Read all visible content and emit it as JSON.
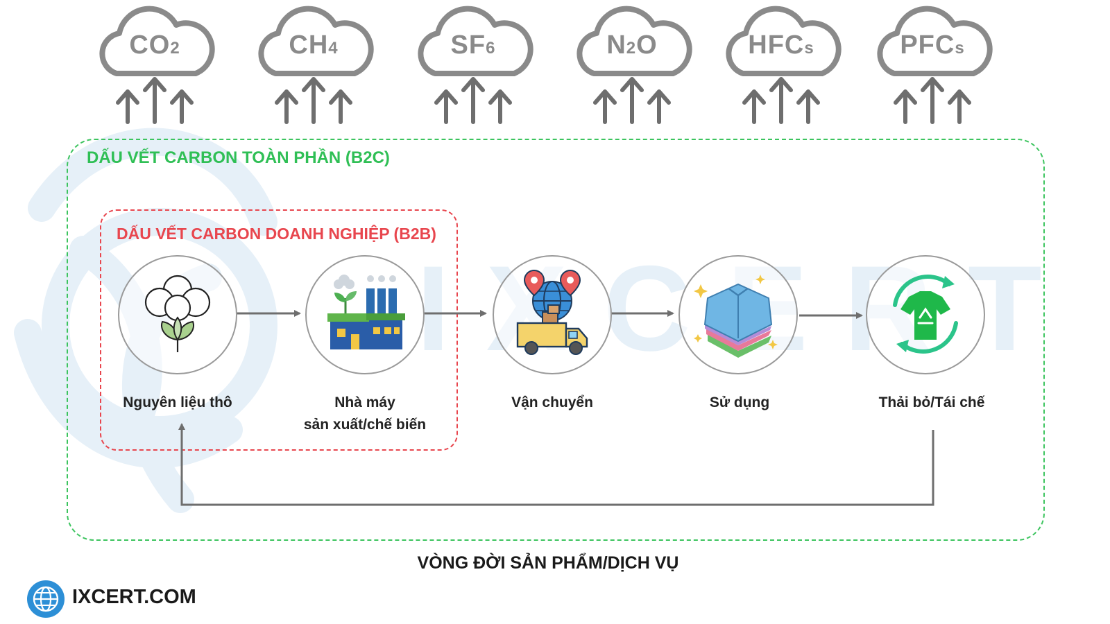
{
  "gases": [
    {
      "base": "CO",
      "sub": "2",
      "icon": "cloud-arrows-icon"
    },
    {
      "base": "CH",
      "sub": "4",
      "icon": "cloud-arrows-icon"
    },
    {
      "base": "SF",
      "sub": "6",
      "icon": "cloud-arrows-icon"
    },
    {
      "base": "N",
      "sub": "2",
      "tail": "O",
      "icon": "cloud-arrows-icon"
    },
    {
      "base": "HFC",
      "sub": "s",
      "icon": "cloud-arrows-icon"
    },
    {
      "base": "PFC",
      "sub": "s",
      "icon": "cloud-arrows-icon"
    }
  ],
  "b2c_title": "DẤU VẾT CARBON TOÀN PHẦN (B2C)",
  "b2b_title": "DẤU VẾT CARBON DOANH NGHIỆP (B2B)",
  "stages": [
    {
      "line1": "Nguyên liệu thô",
      "line2": "",
      "icon": "cotton-plant-icon"
    },
    {
      "line1": "Nhà máy",
      "line2": "sản xuất/chế biến",
      "icon": "factory-icon"
    },
    {
      "line1": "Vận chuyển",
      "line2": "",
      "icon": "delivery-truck-globe-icon"
    },
    {
      "line1": "Sử dụng",
      "line2": "",
      "icon": "folded-clothes-icon"
    },
    {
      "line1": "Thải bỏ/Tái chế",
      "line2": "",
      "icon": "recycle-tshirt-icon"
    }
  ],
  "lifecycle_title": "VÒNG ĐỜI SẢN PHẨM/DỊCH VỤ",
  "brand": {
    "text": "IXCERT.COM",
    "watermark": "IXCERT",
    "icon": "globe-icon"
  },
  "colors": {
    "b2c_green": "#2fbf55",
    "b2b_red": "#e8464e",
    "cloud_gray": "#8a8a8a",
    "arrow_gray": "#6e6e6e",
    "watermark_blue": "#e6f0f8"
  }
}
